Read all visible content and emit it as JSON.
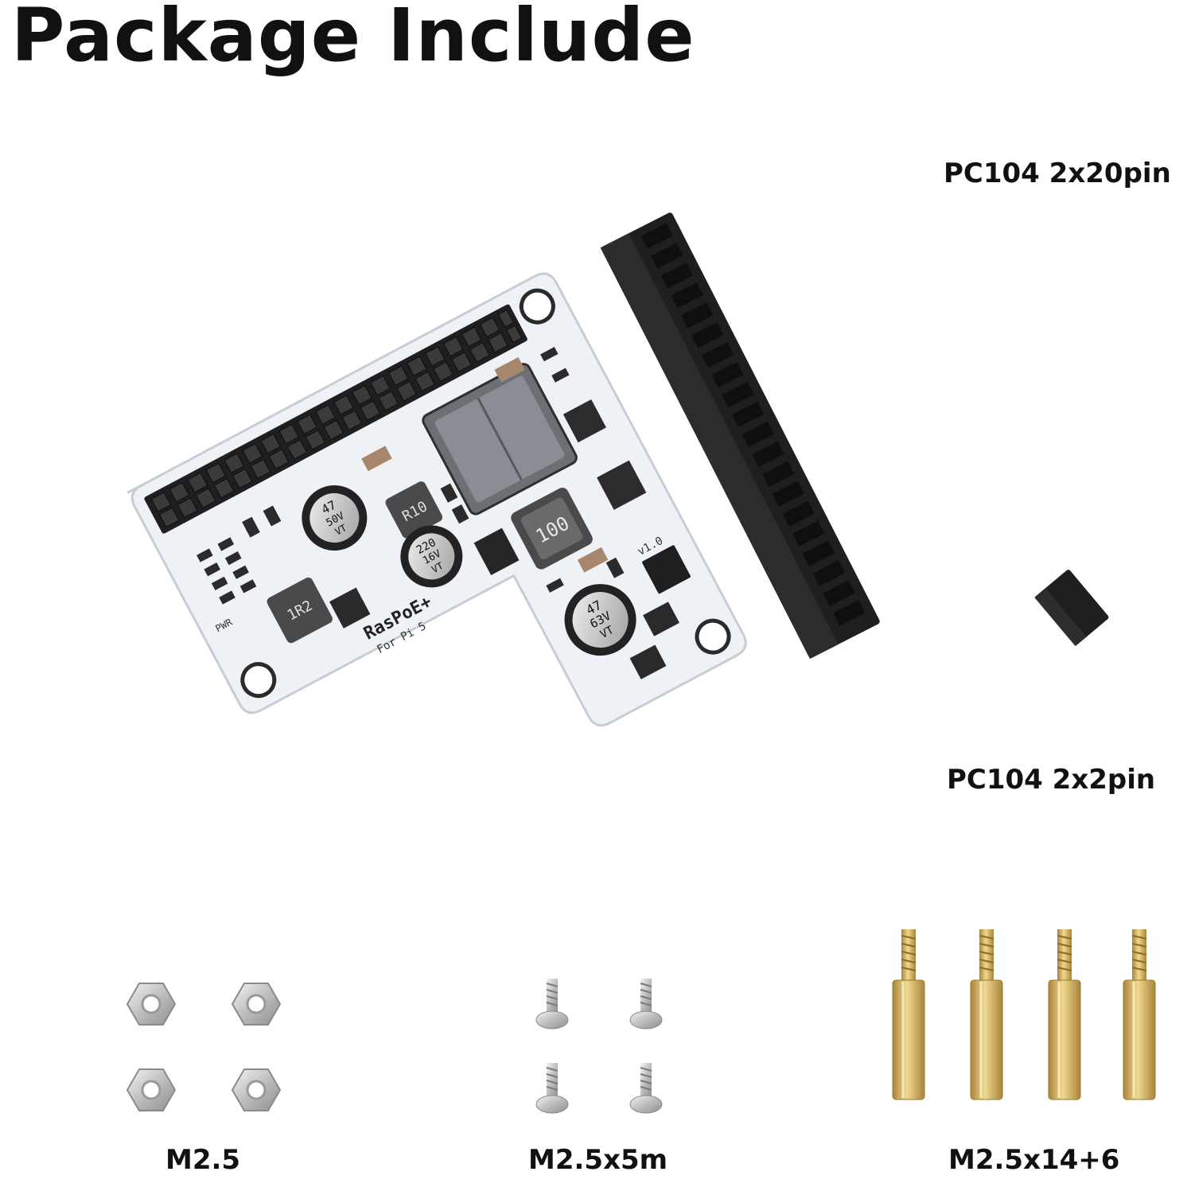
{
  "title": "Package Include",
  "items": {
    "header_40": "PC104 2x20pin",
    "header_4": "PC104 2x2pin",
    "nuts": "M2.5",
    "screws": "M2.5x5m",
    "standoffs": "M2.5x14+6"
  },
  "board": {
    "name": "RasPoE+",
    "sub": "For Pi 5",
    "version": "v1.0",
    "pwr": "PWR",
    "inductor_1": "R10",
    "inductor_2": "100",
    "inductor_3": "1R2",
    "cap_1": "47",
    "cap_1b": "50V",
    "cap_1c": "VT",
    "cap_2": "220",
    "cap_2b": "16V",
    "cap_2c": "VT",
    "cap_3": "47",
    "cap_3b": "63V",
    "cap_3c": "VT"
  },
  "colors": {
    "pcb": "#eef1f6",
    "header_black": "#1f1f1f",
    "gold": "#c9a54a",
    "brass": "#d8b35a",
    "nickel": "#c8c8c8"
  }
}
